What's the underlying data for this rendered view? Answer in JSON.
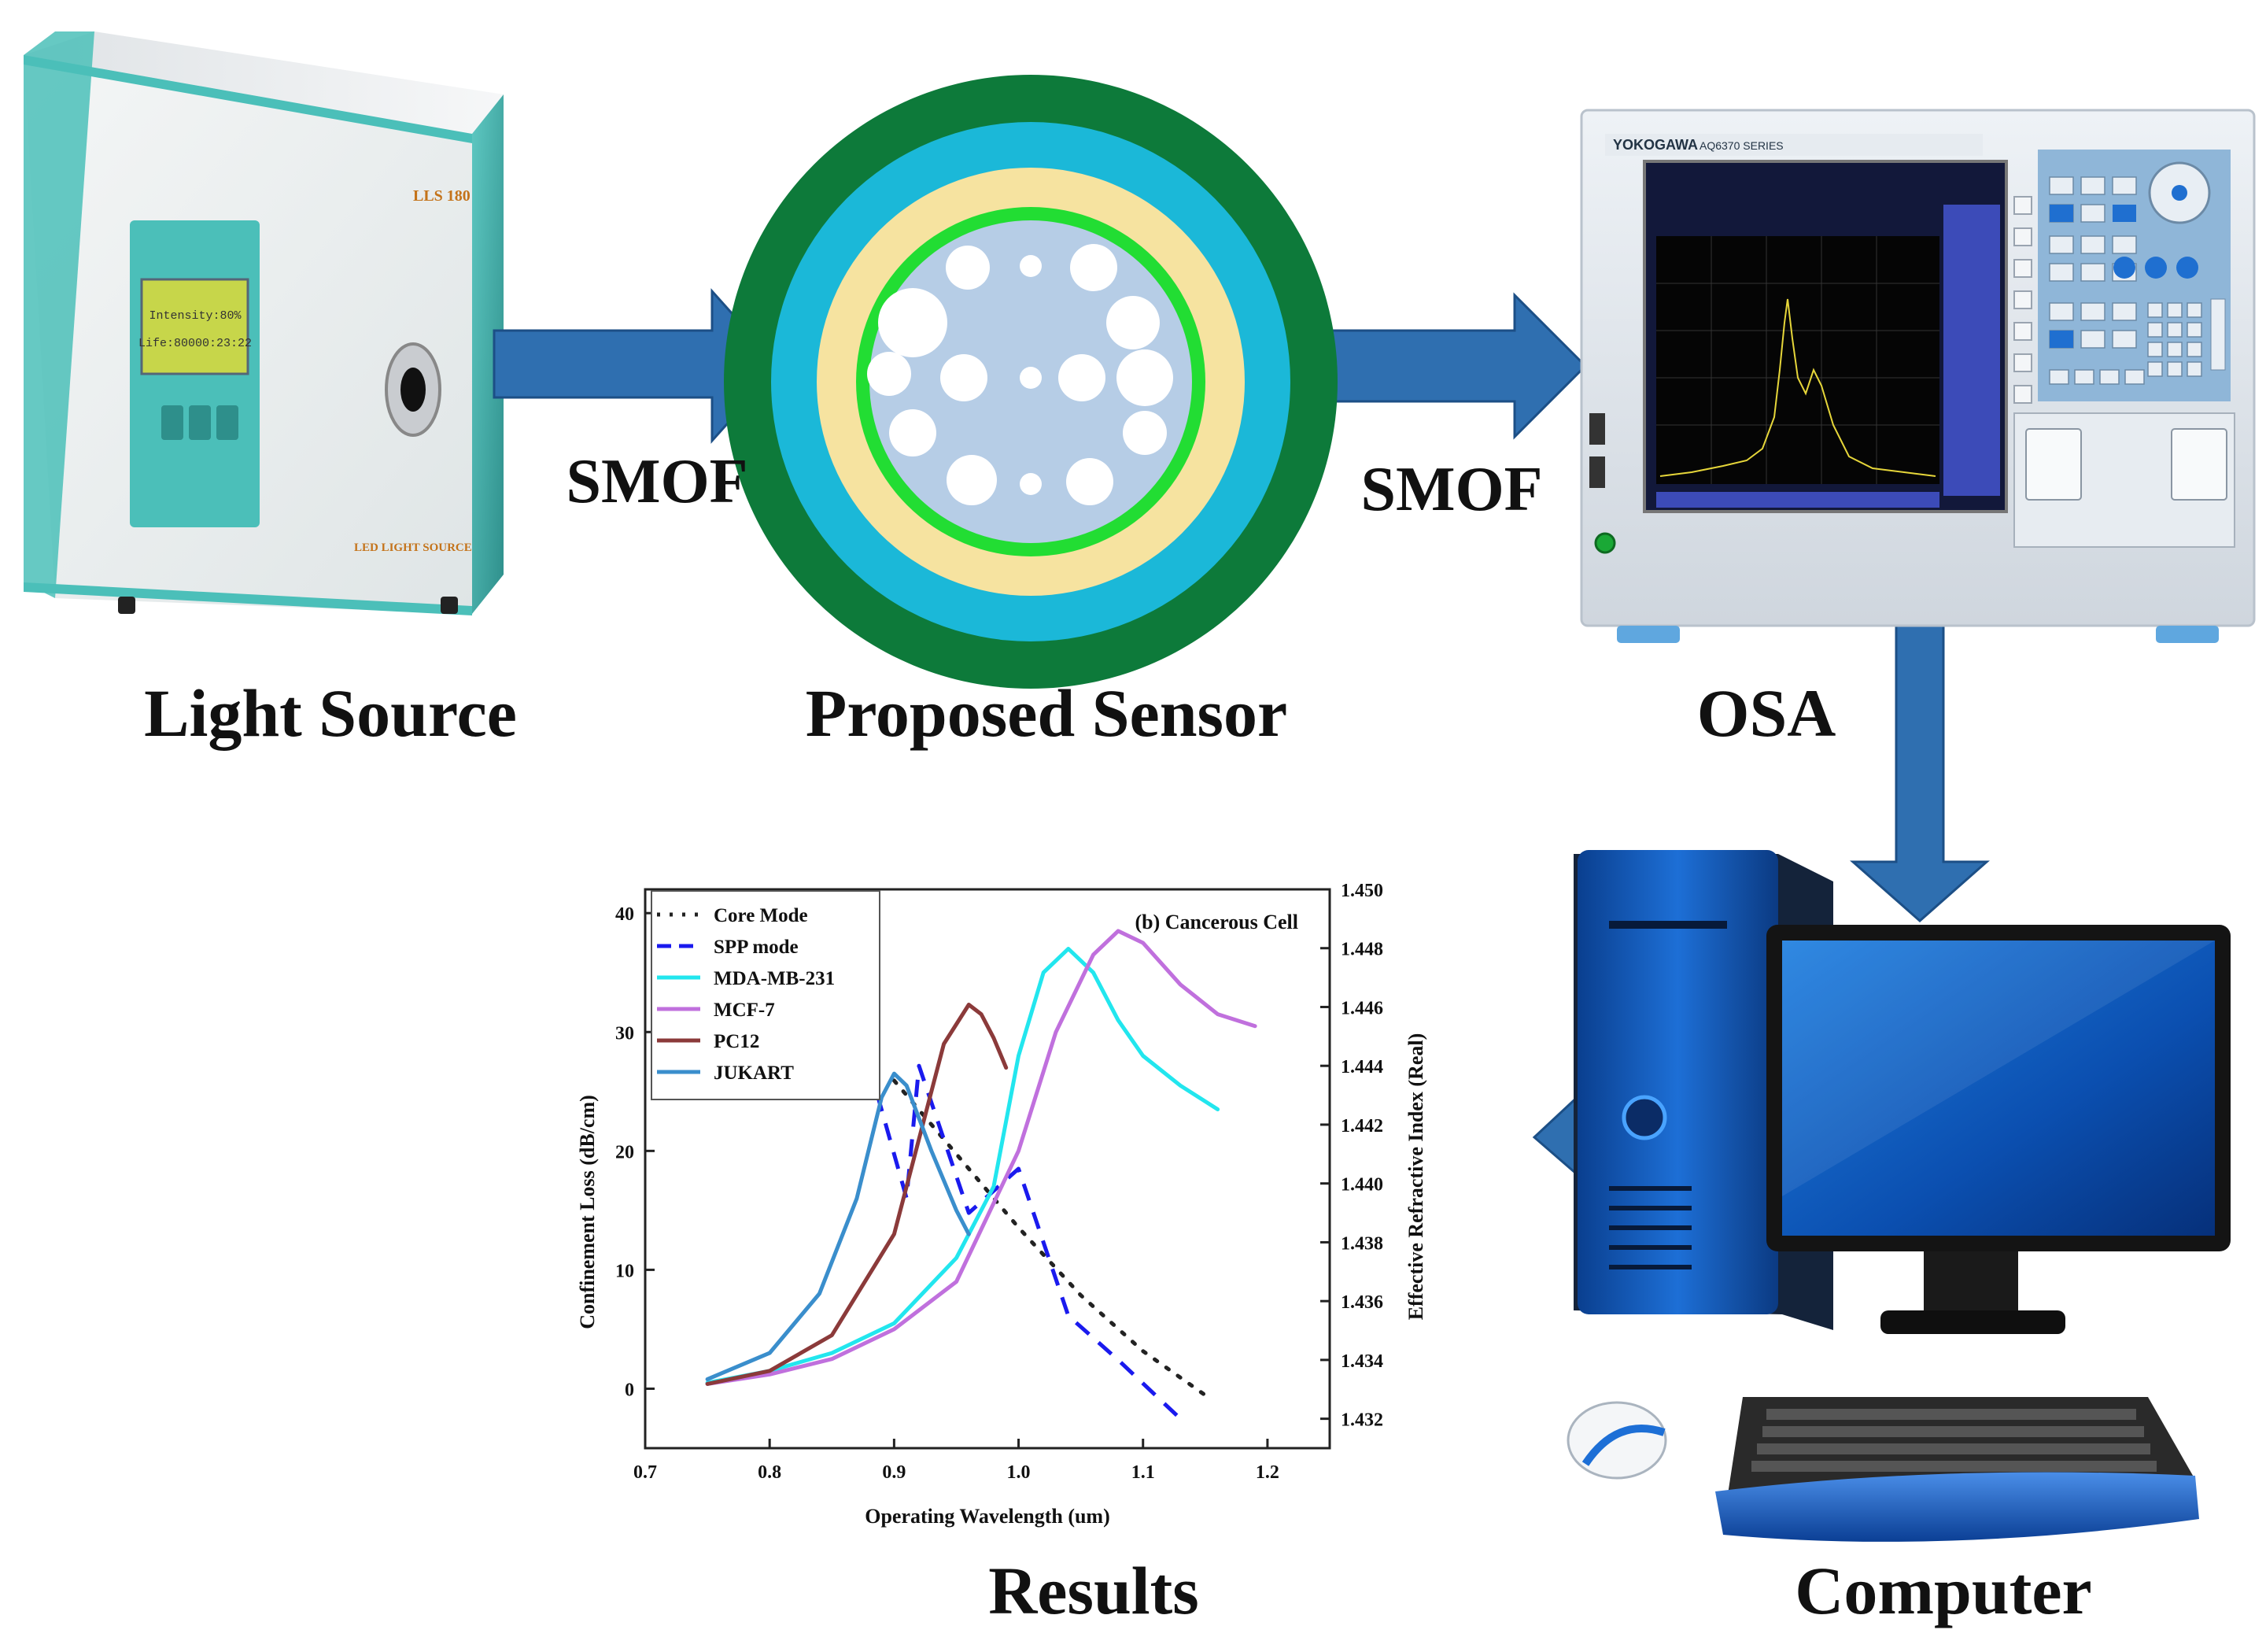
{
  "diagram": {
    "components": {
      "light_source": {
        "label": "Light Source",
        "panel_model": "LLS 180",
        "panel_subtitle": "LED LIGHT SOURCE",
        "lcd_line1": "Intensity:80%",
        "lcd_line2": "Life:80000:23:22"
      },
      "sensor": {
        "label": "Proposed Sensor"
      },
      "osa": {
        "label": "OSA",
        "brand": "YOKOGAWA",
        "model": "AQ6370 SERIES"
      },
      "computer": {
        "label": "Computer"
      },
      "results": {
        "label": "Results"
      }
    },
    "links": {
      "fiber_1": "SMOF",
      "fiber_2": "SMOF"
    }
  },
  "chart_data": {
    "type": "line",
    "title": "(b) Cancerous Cell",
    "xlabel": "Operating Wavelength (um)",
    "ylabel": "Confinement Loss (dB/cm)",
    "y2label": "Effective Refractive Index (Real)",
    "xlim": [
      0.7,
      1.25
    ],
    "ylim": [
      -5,
      42
    ],
    "y2lim": [
      1.431,
      1.45
    ],
    "xticks": [
      "0.7",
      "0.8",
      "0.9",
      "1.0",
      "1.1",
      "1.2"
    ],
    "yticks": [
      "0",
      "10",
      "20",
      "30",
      "40"
    ],
    "y2ticks": [
      "1.432",
      "1.434",
      "1.436",
      "1.438",
      "1.440",
      "1.442",
      "1.444",
      "1.446",
      "1.448",
      "1.450"
    ],
    "legend_position": "top-left",
    "series": [
      {
        "name": "Core Mode",
        "axis": "right",
        "style": "dotted",
        "color": "#222222",
        "x": [
          0.9,
          0.95,
          1.0,
          1.05,
          1.1,
          1.15
        ],
        "y": [
          1.4435,
          1.441,
          1.4385,
          1.4362,
          1.4343,
          1.4328
        ]
      },
      {
        "name": "SPP mode",
        "axis": "right",
        "style": "dashed",
        "color": "#1a1aee",
        "x": [
          0.88,
          0.91,
          0.92,
          0.96,
          1.0,
          1.04,
          1.08,
          1.13
        ],
        "y": [
          1.444,
          1.4395,
          1.444,
          1.439,
          1.4405,
          1.4355,
          1.434,
          1.432
        ]
      },
      {
        "name": "MDA-MB-231",
        "axis": "left",
        "color": "#22e6ee",
        "x": [
          0.75,
          0.8,
          0.85,
          0.9,
          0.95,
          0.98,
          1.0,
          1.02,
          1.04,
          1.06,
          1.08,
          1.1,
          1.13,
          1.16
        ],
        "y": [
          0.5,
          1.5,
          3.0,
          5.5,
          11,
          17,
          28,
          35,
          37,
          35,
          31,
          28,
          25.5,
          23.5
        ]
      },
      {
        "name": "MCF-7",
        "axis": "left",
        "color": "#c070dd",
        "x": [
          0.75,
          0.8,
          0.85,
          0.9,
          0.95,
          1.0,
          1.03,
          1.06,
          1.08,
          1.1,
          1.13,
          1.16,
          1.19
        ],
        "y": [
          0.4,
          1.2,
          2.5,
          5.0,
          9.0,
          20,
          30,
          36.5,
          38.5,
          37.5,
          34,
          31.5,
          30.5
        ]
      },
      {
        "name": "PC12",
        "axis": "left",
        "color": "#8b3a3a",
        "x": [
          0.75,
          0.8,
          0.85,
          0.9,
          0.92,
          0.94,
          0.96,
          0.97,
          0.98,
          0.99
        ],
        "y": [
          0.4,
          1.5,
          4.5,
          13,
          21,
          29,
          32.3,
          31.5,
          29.5,
          27
        ]
      },
      {
        "name": "JUKART",
        "axis": "left",
        "color": "#3a8ecc",
        "x": [
          0.75,
          0.8,
          0.84,
          0.87,
          0.89,
          0.9,
          0.91,
          0.93,
          0.95,
          0.96
        ],
        "y": [
          0.8,
          3.0,
          8.0,
          16.0,
          24.5,
          26.5,
          25.5,
          20,
          15,
          13
        ]
      }
    ]
  },
  "colors": {
    "arrow_blue": "#2f6fb0",
    "fiber_outer": "#0d7a3a",
    "fiber_cyan": "#1bb8d8",
    "fiber_yellow": "#f6e3a0",
    "fiber_green_ring": "#22dd33",
    "fiber_core": "#b6cde6",
    "device_teal": "#4bbfb9",
    "osa_silver": "#dde3ea"
  }
}
